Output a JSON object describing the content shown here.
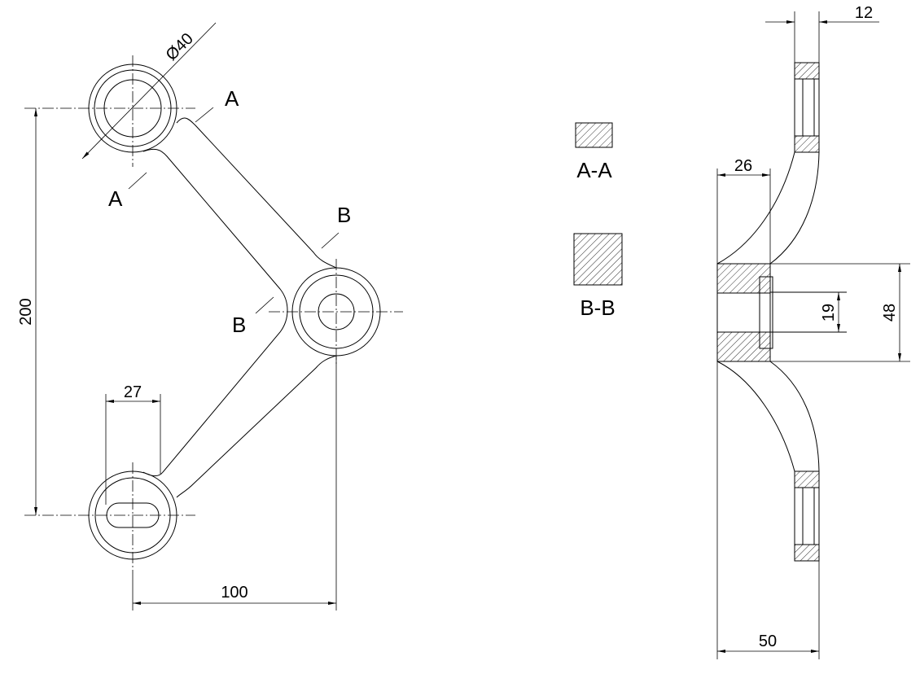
{
  "dimensions": {
    "diameter": "Ø40",
    "height": "200",
    "width": "100",
    "slot": "27",
    "side_top": "12",
    "side_offset": "26",
    "side_depth": "50",
    "hub_height": "48",
    "bore": "19"
  },
  "section_marks": {
    "a_top": "A",
    "a_bottom": "A",
    "b_top": "B",
    "b_bottom": "B"
  },
  "section_labels": {
    "aa": "A-A",
    "bb": "B-B"
  }
}
